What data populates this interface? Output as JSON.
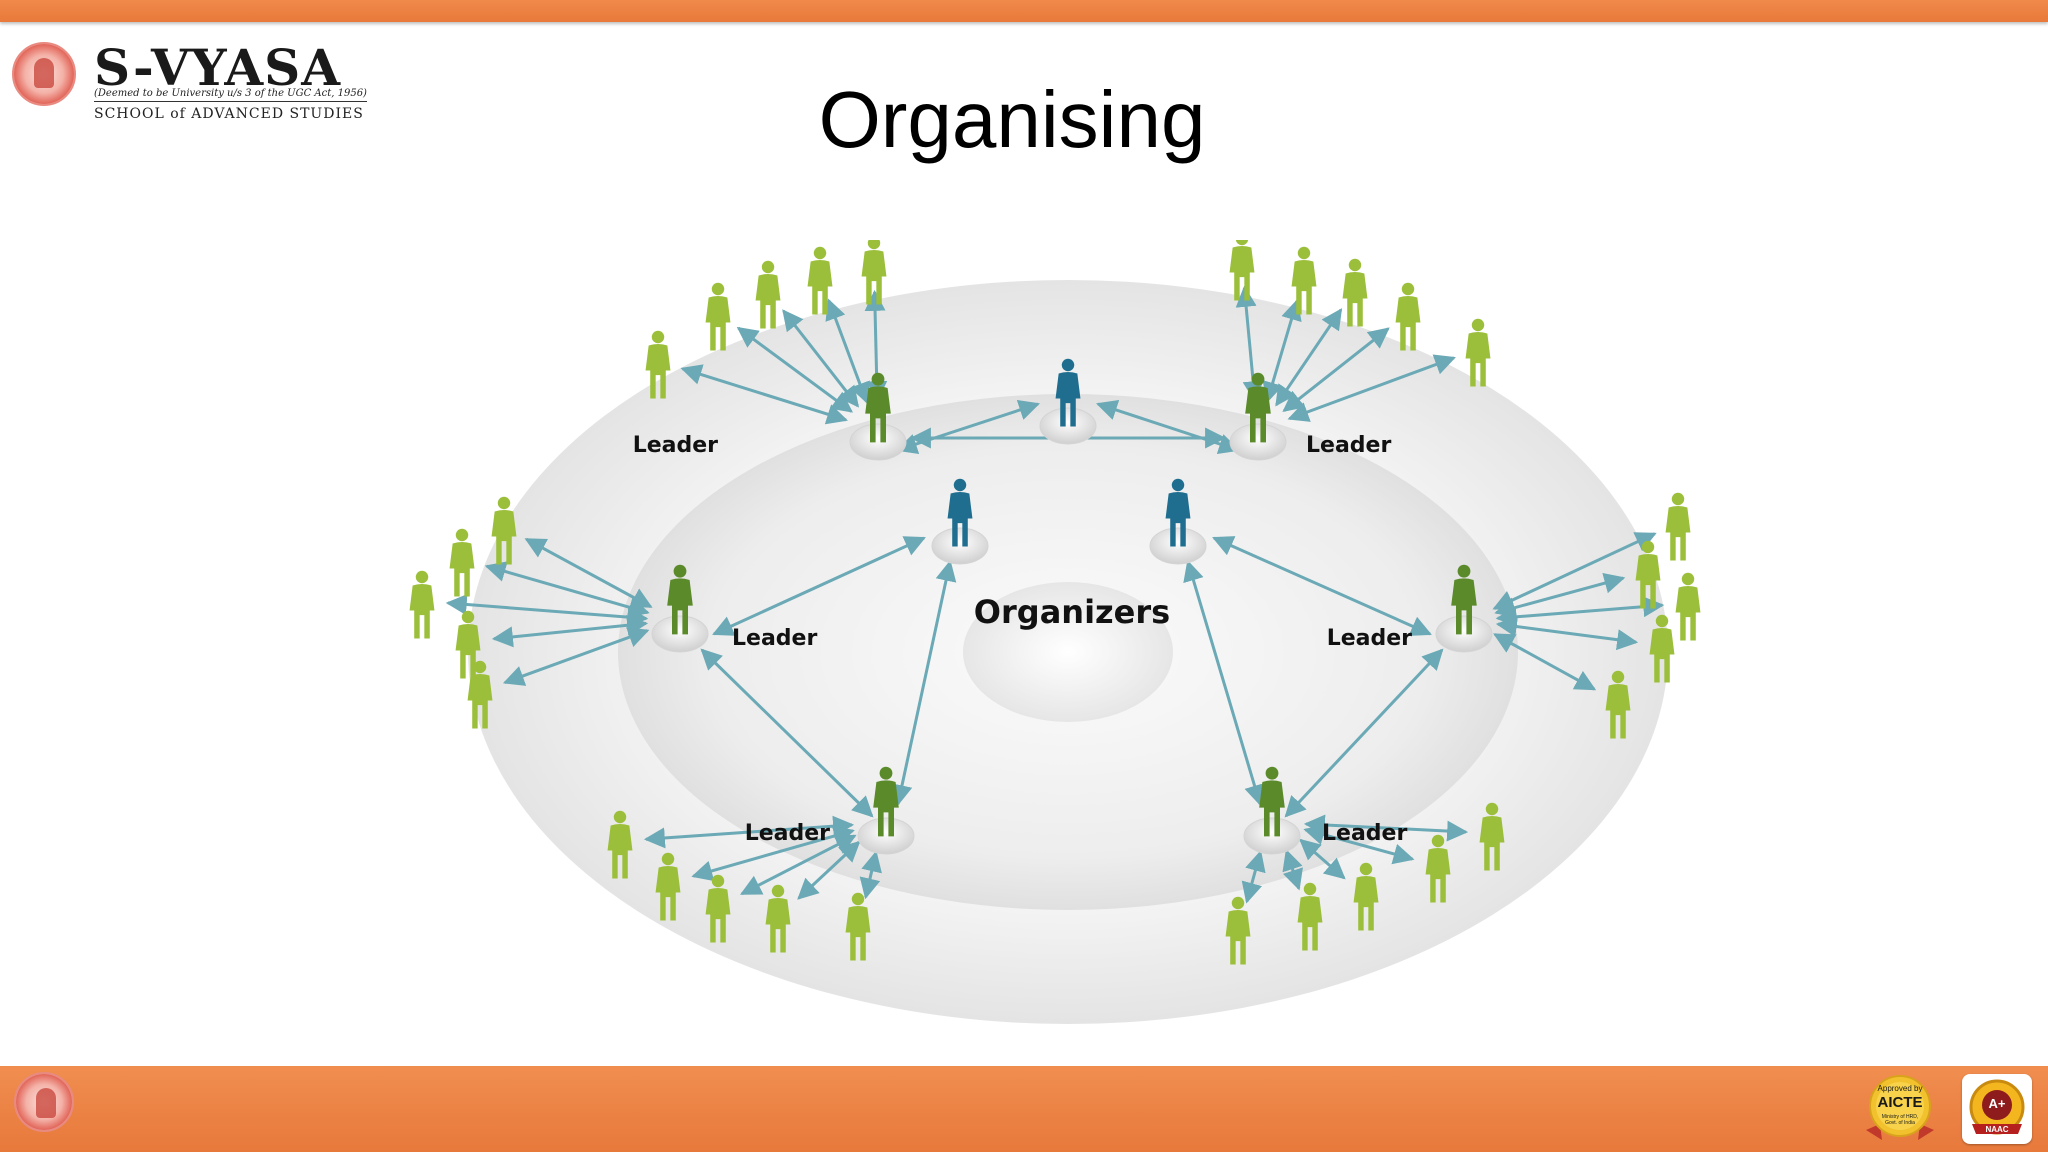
{
  "slide": {
    "title": "Organising"
  },
  "logo": {
    "name": "S-VYASA",
    "tagline": "(Deemed to be University u/s 3 of the UGC Act, 1956)",
    "school": "SCHOOL of ADVANCED STUDIES"
  },
  "diagram": {
    "center_label": "Organizers",
    "leader_label": "Leader",
    "leaders": [
      {
        "id": "top-left",
        "label": "Leader"
      },
      {
        "id": "top-right",
        "label": "Leader"
      },
      {
        "id": "mid-left",
        "label": "Leader"
      },
      {
        "id": "mid-right",
        "label": "Leader"
      },
      {
        "id": "bottom-left",
        "label": "Leader"
      },
      {
        "id": "bottom-right",
        "label": "Leader"
      }
    ],
    "colors": {
      "organizer": "#1f6e8f",
      "leader": "#5b8a2a",
      "member": "#9bbf3a",
      "arrow": "#6aa9b5",
      "ring_outer": "#ececec",
      "ring_inner": "#e2e2e2"
    }
  },
  "footer": {
    "aicte": {
      "line1": "Approved by",
      "line2": "AICTE",
      "line3": "Ministry of HRD, Govt. of India"
    },
    "naac": {
      "grade": "A+",
      "label": "NAAC"
    },
    "colors": {
      "bar": "#ec8143"
    }
  }
}
